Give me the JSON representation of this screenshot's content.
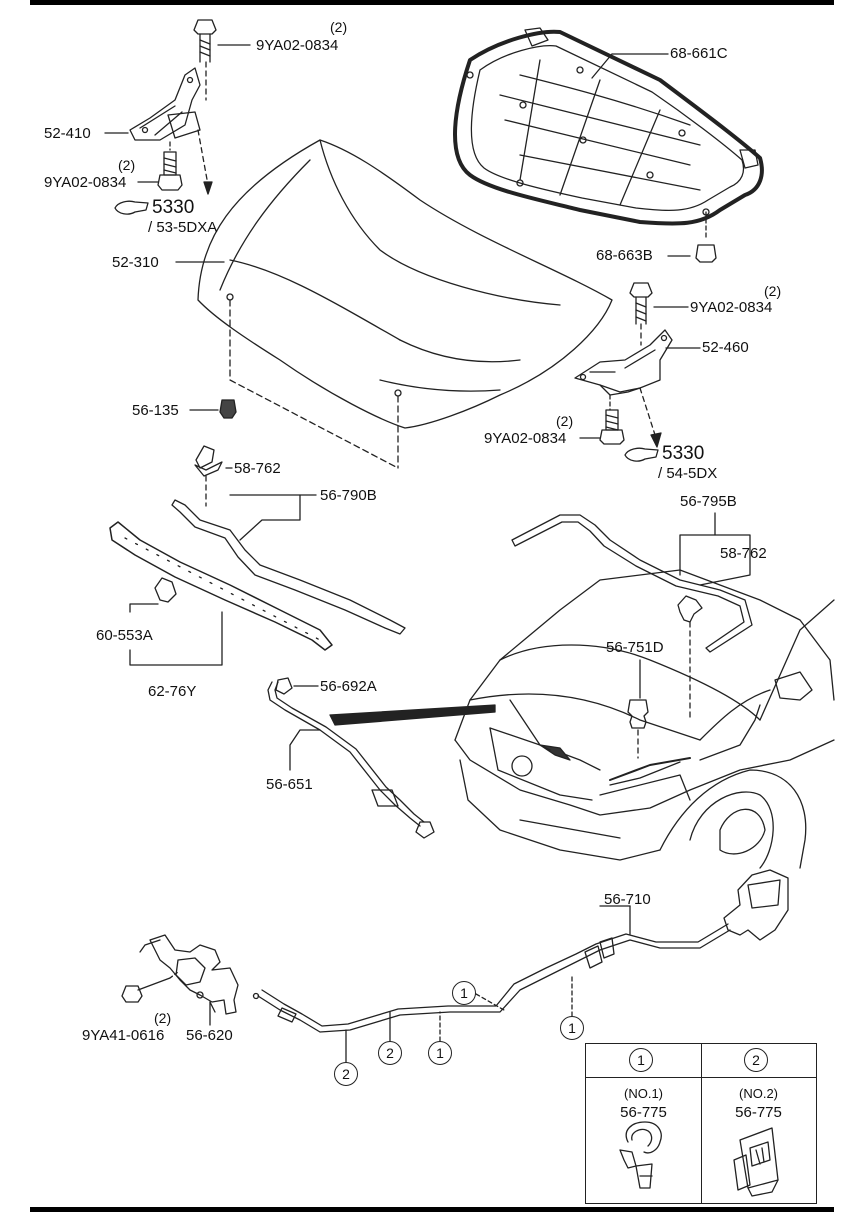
{
  "parts": {
    "hood_insulator": "68-661C",
    "clip_68_663b": "68-663B",
    "bolt_top_left": "9YA02-0834",
    "bolt_top_left_qty": "(2)",
    "hinge_left": "52-410",
    "bolt_left_lower": "9YA02-0834",
    "bolt_left_lower_qty": "(2)",
    "ref_left_num": "5330",
    "ref_left_sub": "/ 53-5DXA",
    "hood": "52-310",
    "bolt_right_upper": "9YA02-0834",
    "bolt_right_upper_qty": "(2)",
    "hinge_right": "52-460",
    "cushion": "56-135",
    "bolt_right_lower": "9YA02-0834",
    "bolt_right_lower_qty": "(2)",
    "ref_right_num": "5330",
    "ref_right_sub": "/ 54-5DX",
    "clip_left": "58-762",
    "seal_front": "56-790B",
    "seal_rear": "56-795B",
    "clip_right": "58-762",
    "clip_60": "60-553A",
    "seal_62": "62-76Y",
    "stay_clip": "56-692A",
    "stay": "56-651",
    "bumper_stop": "56-751D",
    "release_cable": "56-710",
    "bolt_latch": "9YA41-0616",
    "bolt_latch_qty": "(2)",
    "latch": "56-620"
  },
  "callouts": [
    "1",
    "2",
    "2",
    "1",
    "1"
  ],
  "legend": {
    "col1_id": "1",
    "col1_no": "(NO.1)",
    "col1_part": "56-775",
    "col2_id": "2",
    "col2_no": "(NO.2)",
    "col2_part": "56-775"
  }
}
